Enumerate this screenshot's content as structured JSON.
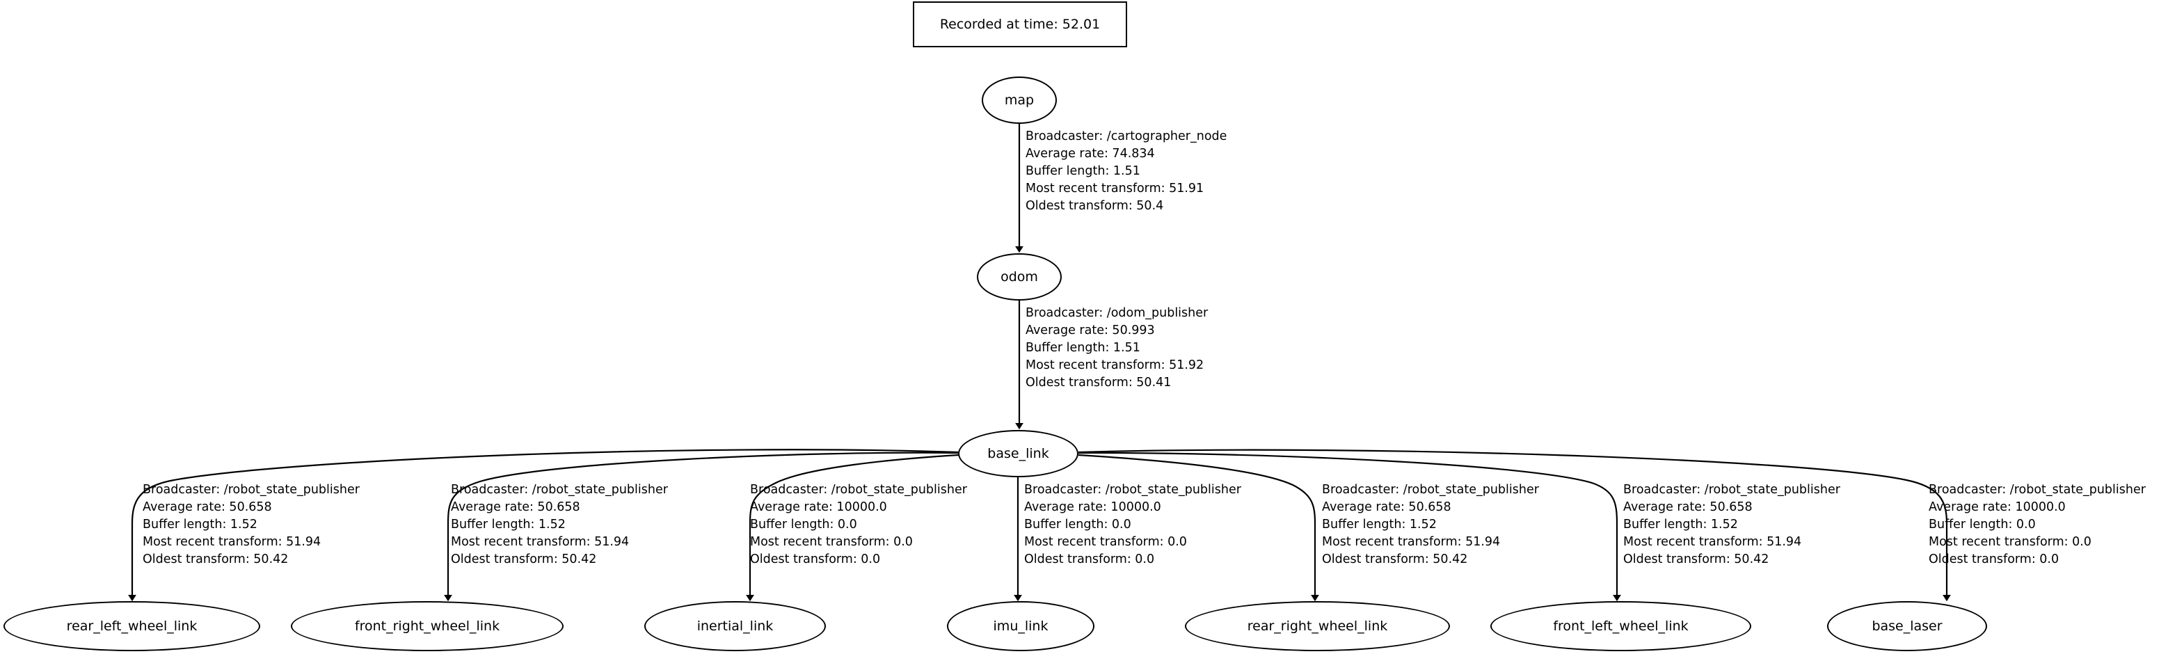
{
  "diagram": {
    "kind": "tf-transform-tree",
    "title_box": {
      "label": "Recorded at time: 52.01"
    },
    "nodes": [
      {
        "id": "map",
        "label": "map"
      },
      {
        "id": "odom",
        "label": "odom"
      },
      {
        "id": "base_link",
        "label": "base_link"
      },
      {
        "id": "rear_left_wheel_link",
        "label": "rear_left_wheel_link"
      },
      {
        "id": "front_right_wheel_link",
        "label": "front_right_wheel_link"
      },
      {
        "id": "inertial_link",
        "label": "inertial_link"
      },
      {
        "id": "imu_link",
        "label": "imu_link"
      },
      {
        "id": "rear_right_wheel_link",
        "label": "rear_right_wheel_link"
      },
      {
        "id": "front_left_wheel_link",
        "label": "front_left_wheel_link"
      },
      {
        "id": "base_laser",
        "label": "base_laser"
      }
    ],
    "edges": [
      {
        "from": "map",
        "to": "odom",
        "broadcaster": "Broadcaster: /cartographer_node",
        "average_rate": "Average rate: 74.834",
        "buffer_length": "Buffer length: 1.51",
        "most_recent_transform": "Most recent transform: 51.91",
        "oldest_transform": "Oldest transform: 50.4"
      },
      {
        "from": "odom",
        "to": "base_link",
        "broadcaster": "Broadcaster: /odom_publisher",
        "average_rate": "Average rate: 50.993",
        "buffer_length": "Buffer length: 1.51",
        "most_recent_transform": "Most recent transform: 51.92",
        "oldest_transform": "Oldest transform: 50.41"
      },
      {
        "from": "base_link",
        "to": "rear_left_wheel_link",
        "broadcaster": "Broadcaster: /robot_state_publisher",
        "average_rate": "Average rate: 50.658",
        "buffer_length": "Buffer length: 1.52",
        "most_recent_transform": "Most recent transform: 51.94",
        "oldest_transform": "Oldest transform: 50.42"
      },
      {
        "from": "base_link",
        "to": "front_right_wheel_link",
        "broadcaster": "Broadcaster: /robot_state_publisher",
        "average_rate": "Average rate: 50.658",
        "buffer_length": "Buffer length: 1.52",
        "most_recent_transform": "Most recent transform: 51.94",
        "oldest_transform": "Oldest transform: 50.42"
      },
      {
        "from": "base_link",
        "to": "inertial_link",
        "broadcaster": "Broadcaster: /robot_state_publisher",
        "average_rate": "Average rate: 10000.0",
        "buffer_length": "Buffer length: 0.0",
        "most_recent_transform": "Most recent transform: 0.0",
        "oldest_transform": "Oldest transform: 0.0"
      },
      {
        "from": "base_link",
        "to": "imu_link",
        "broadcaster": "Broadcaster: /robot_state_publisher",
        "average_rate": "Average rate: 10000.0",
        "buffer_length": "Buffer length: 0.0",
        "most_recent_transform": "Most recent transform: 0.0",
        "oldest_transform": "Oldest transform: 0.0"
      },
      {
        "from": "base_link",
        "to": "rear_right_wheel_link",
        "broadcaster": "Broadcaster: /robot_state_publisher",
        "average_rate": "Average rate: 50.658",
        "buffer_length": "Buffer length: 1.52",
        "most_recent_transform": "Most recent transform: 51.94",
        "oldest_transform": "Oldest transform: 50.42"
      },
      {
        "from": "base_link",
        "to": "front_left_wheel_link",
        "broadcaster": "Broadcaster: /robot_state_publisher",
        "average_rate": "Average rate: 50.658",
        "buffer_length": "Buffer length: 1.52",
        "most_recent_transform": "Most recent transform: 51.94",
        "oldest_transform": "Oldest transform: 50.42"
      },
      {
        "from": "base_link",
        "to": "base_laser",
        "broadcaster": "Broadcaster: /robot_state_publisher",
        "average_rate": "Average rate: 10000.0",
        "buffer_length": "Buffer length: 0.0",
        "most_recent_transform": "Most recent transform: 0.0",
        "oldest_transform": "Oldest transform: 0.0"
      }
    ],
    "colors": {
      "background": "#ffffff",
      "stroke": "#000000",
      "text": "#000000"
    }
  }
}
